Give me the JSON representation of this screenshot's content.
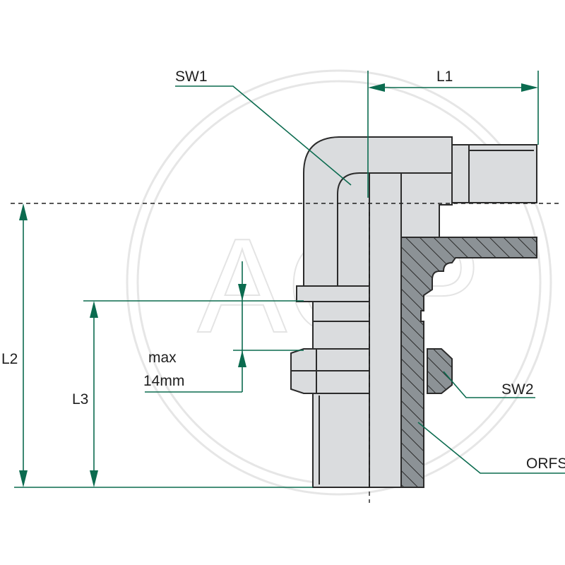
{
  "watermark": {
    "text": "AGP"
  },
  "labels": {
    "sw1": "SW1",
    "l1": "L1",
    "l2": "L2",
    "l3": "L3",
    "max": "max",
    "max_value": "14mm",
    "sw2": "SW2",
    "orfs": "ORFS"
  },
  "colors": {
    "dimension_line": "#0b6b4f",
    "body_fill": "#dadcde",
    "outline": "#2b2b2b"
  }
}
